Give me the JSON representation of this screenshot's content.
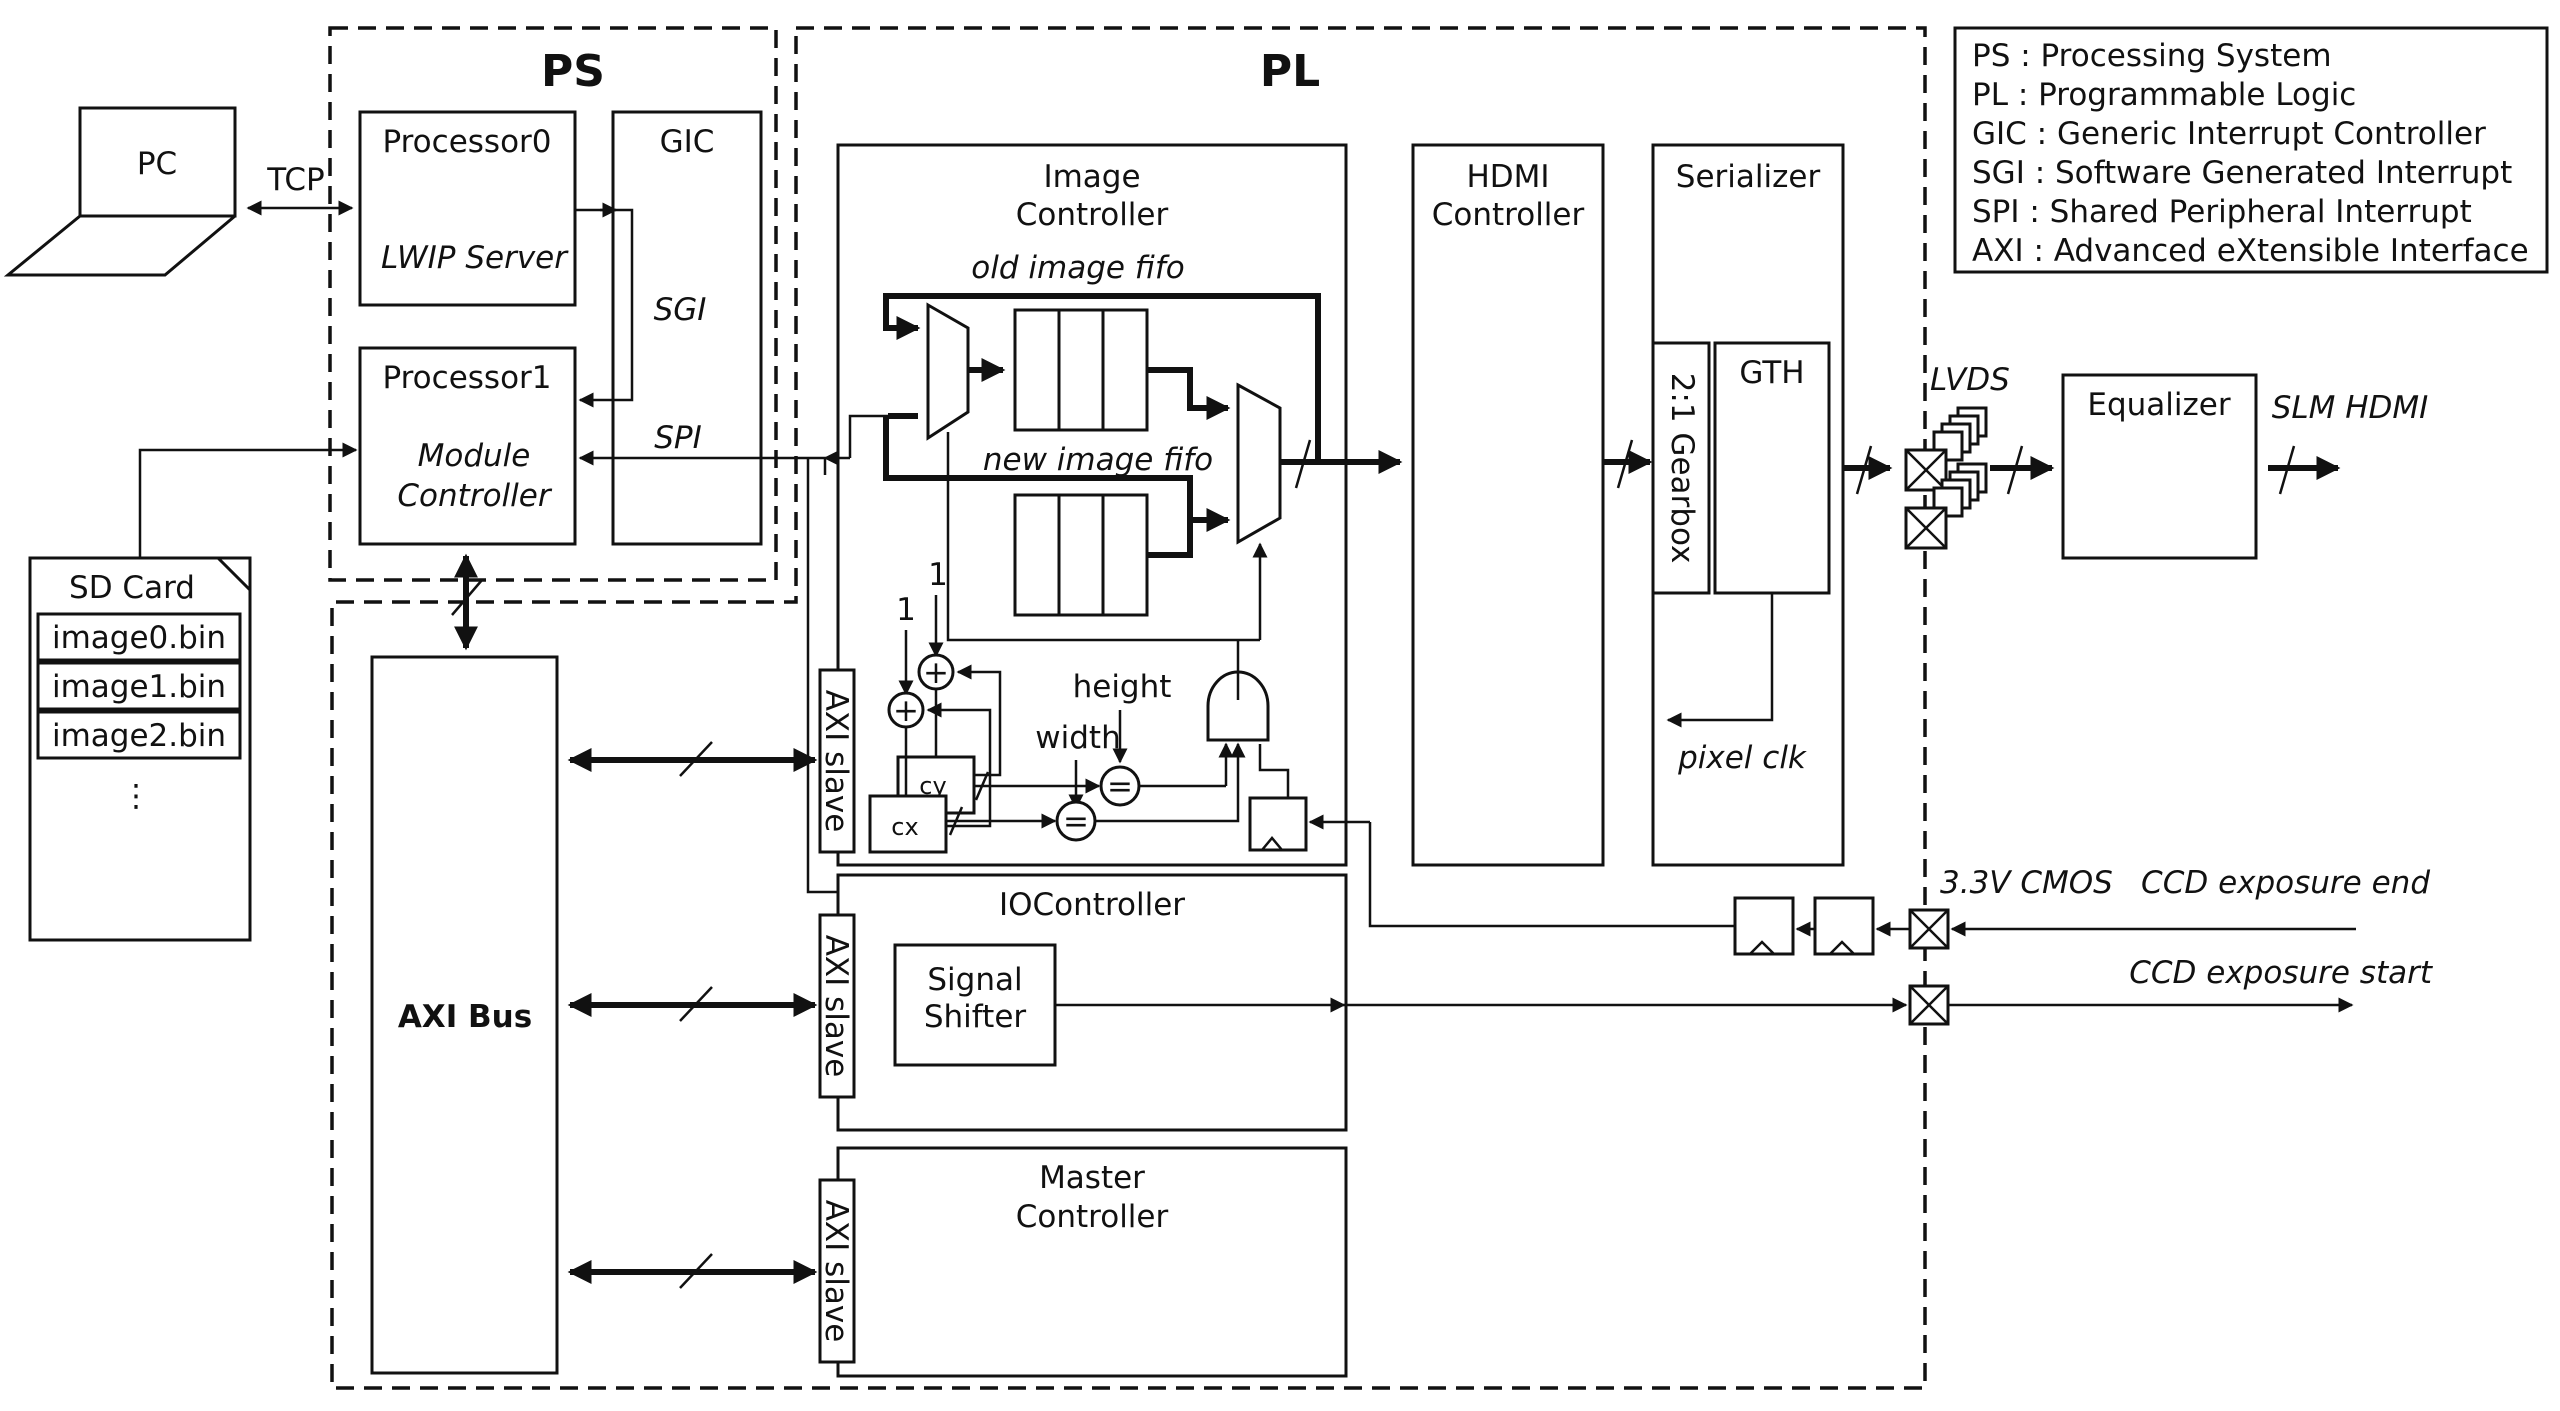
{
  "titles": {
    "ps": "PS",
    "pl": "PL"
  },
  "legend": [
    "PS  : Processing System",
    "PL  : Programmable Logic",
    "GIC : Generic Interrupt Controller",
    "SGI : Software Generated Interrupt",
    "SPI : Shared Peripheral Interrupt",
    "AXI : Advanced eXtensible Interface"
  ],
  "pc": {
    "label": "PC",
    "link": "TCP"
  },
  "sd_card": {
    "label": "SD Card",
    "files": [
      "image0.bin",
      "image1.bin",
      "image2.bin"
    ],
    "more": "⋮"
  },
  "ps": {
    "processor0": {
      "title": "Processor0",
      "sub": "LWIP Server"
    },
    "processor1": {
      "title": "Processor1",
      "sub1": "Module",
      "sub2": "Controller"
    },
    "gic": {
      "title": "GIC",
      "sgi": "SGI",
      "spi": "SPI"
    }
  },
  "axi_bus": "AXI Bus",
  "axi_slave": "AXI slave",
  "image_controller": {
    "title1": "Image",
    "title2": "Controller",
    "old_fifo": "old image fifo",
    "new_fifo": "new image fifo",
    "one": "1",
    "height": "height",
    "width": "width",
    "cy": "cy",
    "cx": "cx",
    "eq": "=",
    "plus": "+"
  },
  "hdmi_controller": {
    "title1": "HDMI",
    "title2": "Controller"
  },
  "serializer": {
    "title": "Serializer",
    "gearbox": "2:1 Gearbox",
    "gth": "GTH",
    "pixel_clk": "pixel clk"
  },
  "lvds": "LVDS",
  "equalizer": "Equalizer",
  "slm_hdmi": "SLM HDMI",
  "io_controller": {
    "title": "IOController",
    "shifter1": "Signal",
    "shifter2": "Shifter"
  },
  "master_controller": {
    "title1": "Master",
    "title2": "Controller"
  },
  "cmos": "3.3V CMOS",
  "ccd_end": "CCD exposure end",
  "ccd_start": "CCD exposure start"
}
